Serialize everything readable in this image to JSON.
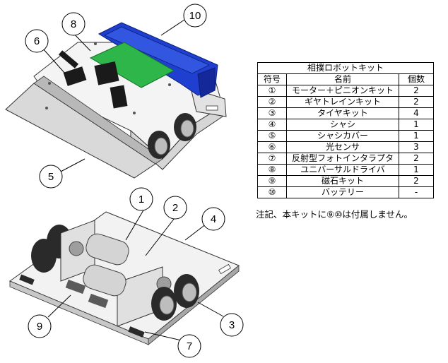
{
  "callouts": {
    "c1": "1",
    "c2": "2",
    "c3": "3",
    "c4": "4",
    "c5": "5",
    "c6": "6",
    "c7": "7",
    "c8": "8",
    "c9": "9",
    "c10": "10"
  },
  "table": {
    "title": "相撲ロボットキット",
    "headers": [
      "符号",
      "名前",
      "個数"
    ],
    "rows": [
      {
        "num": "①",
        "name": "モーター＋ピニオンキット",
        "qty": "2"
      },
      {
        "num": "②",
        "name": "ギヤトレインキット",
        "qty": "2"
      },
      {
        "num": "③",
        "name": "タイヤキット",
        "qty": "4"
      },
      {
        "num": "④",
        "name": "シャシ",
        "qty": "1"
      },
      {
        "num": "⑤",
        "name": "シャシカバー",
        "qty": "1"
      },
      {
        "num": "⑥",
        "name": "光センサ",
        "qty": "3"
      },
      {
        "num": "⑦",
        "name": "反射型フォトインタラプタ",
        "qty": "2"
      },
      {
        "num": "⑧",
        "name": "ユニバーサルドライバ",
        "qty": "1"
      },
      {
        "num": "⑨",
        "name": "磁石キット",
        "qty": "2"
      },
      {
        "num": "⑩",
        "name": "バッテリー",
        "qty": "-"
      }
    ]
  },
  "note": "注記、本キットに⑨⑩は付属しません。",
  "colors": {
    "battery": "#1f3fd0",
    "board": "#2fb64a",
    "sensor": "#1a1a1a",
    "metal_light": "#f2f2f2",
    "metal_mid": "#cfcfcf",
    "metal_dark": "#8a8a8a"
  }
}
